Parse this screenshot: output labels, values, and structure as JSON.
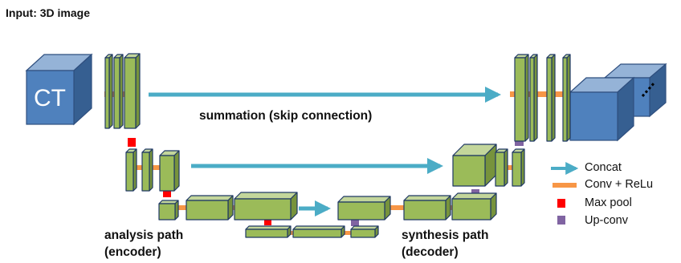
{
  "title": "Input: 3D image",
  "input_label": "CT",
  "skip_label": "summation (skip connection)",
  "encoder_label": [
    "analysis path",
    "(encoder)"
  ],
  "decoder_label": [
    "synthesis path",
    "(decoder)"
  ],
  "legend": [
    {
      "label": "Concat",
      "color": "#4bacc6",
      "icon": "arrow-icon"
    },
    {
      "label": "Conv + ReLu",
      "color": "#f79646",
      "icon": "orange-bar-icon"
    },
    {
      "label": "Max pool",
      "color": "#ff0000",
      "icon": "red-square-icon"
    },
    {
      "label": "Up-conv",
      "color": "#8064a2",
      "icon": "purple-bar-icon"
    }
  ],
  "colors": {
    "block_fill": "#9bbb59",
    "block_side": "#77933c",
    "block_top": "#c3d69b",
    "block_border": "#1f3864",
    "cube_face": "#4f81bd",
    "arrow": "#4bacc6",
    "conv": "#f79646",
    "maxpool": "#ff0000",
    "upconv": "#8064a2"
  }
}
